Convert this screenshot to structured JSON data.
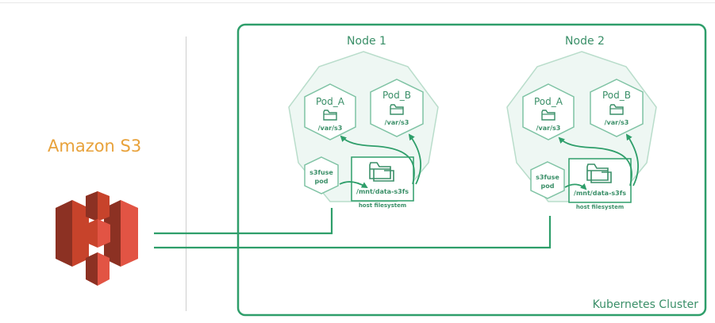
{
  "s3": {
    "label": "Amazon S3",
    "icon": "amazon-s3-logo"
  },
  "cluster": {
    "label": "Kubernetes Cluster"
  },
  "nodes": [
    {
      "title": "Node 1",
      "pod_a": {
        "label": "Pod_A",
        "path": "/var/s3"
      },
      "pod_b": {
        "label": "Pod_B",
        "path": "/var/s3"
      },
      "fuse": {
        "line1": "s3fuse",
        "line2": "pod"
      },
      "host": {
        "path": "/mnt/data-s3fs",
        "caption": "host filesystem"
      }
    },
    {
      "title": "Node 2",
      "pod_a": {
        "label": "Pod_A",
        "path": "/var/s3"
      },
      "pod_b": {
        "label": "Pod_B",
        "path": "/var/s3"
      },
      "fuse": {
        "line1": "s3fuse",
        "line2": "pod"
      },
      "host": {
        "path": "/mnt/data-s3fs",
        "caption": "host filesystem"
      }
    }
  ],
  "colors": {
    "green": "#2e9e6a",
    "green_text": "#3a8f68",
    "hex_fill": "#eef7f3",
    "hex_stroke": "#7fc3a4",
    "s3_orange": "#e8a23b",
    "s3_dark": "#8c3123",
    "s3_mid": "#c7432b",
    "s3_light": "#e25444"
  }
}
